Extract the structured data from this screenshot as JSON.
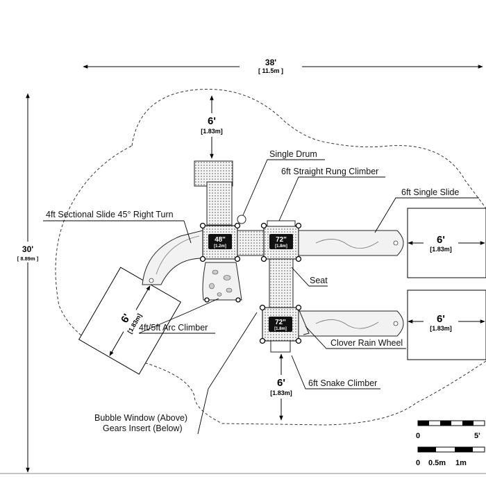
{
  "dimensions": {
    "width_ft": "38'",
    "width_m": "[ 11.5m ]",
    "depth_ft": "30'",
    "depth_m": "[ 8.89m ]",
    "clearance_ft": "6'",
    "clearance_m": "[1.83m]"
  },
  "decks": [
    {
      "height": "48\"",
      "metric": "[1.2m]"
    },
    {
      "height": "72\"",
      "metric": "[1.8m]"
    },
    {
      "height": "72\"",
      "metric": "[1.8m]"
    }
  ],
  "callouts": {
    "single_drum": "Single Drum",
    "straight_rung_climber": "6ft Straight Rung Climber",
    "sectional_slide": "4ft Sectional Slide 45° Right Turn",
    "single_slide": "6ft Single Slide",
    "seat": "Seat",
    "arc_climber": "4ft/5ft Arc Climber",
    "clover_rain_wheel": "Clover Rain Wheel",
    "snake_climber": "6ft Snake Climber",
    "bubble_window": "Bubble Window (Above)",
    "gears_insert": "Gears Insert    (Below)"
  },
  "scale": {
    "feet_start": "0",
    "feet_end": "5'",
    "meters_start": "0",
    "meters_mid": "0.5m",
    "meters_end": "1m"
  }
}
